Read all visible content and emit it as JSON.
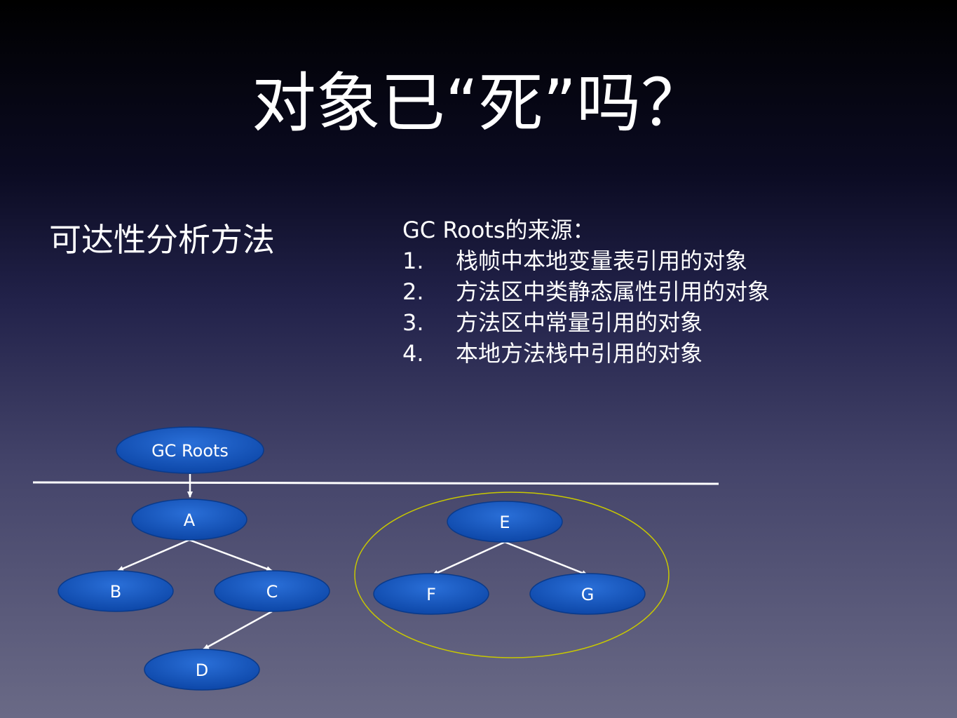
{
  "slide": {
    "title": "对象已“死”吗？",
    "method": "可达性分析方法"
  },
  "sources": {
    "heading": "GC Roots的来源：",
    "items": [
      {
        "num": "1.",
        "text": "栈帧中本地变量表引用的对象"
      },
      {
        "num": "2.",
        "text": "方法区中类静态属性引用的对象"
      },
      {
        "num": "3.",
        "text": "方法区中常量引用的对象"
      },
      {
        "num": "4.",
        "text": "本地方法栈中引用的对象"
      }
    ]
  },
  "diagram": {
    "nodes": {
      "root": "GC Roots",
      "a": "A",
      "b": "B",
      "c": "C",
      "d": "D",
      "e": "E",
      "f": "F",
      "g": "G"
    },
    "colors": {
      "node_fill": "#1554b8",
      "node_stroke": "#0a3a8a",
      "edge": "#ffffff",
      "unreachable_ring": "#c8c800"
    }
  }
}
